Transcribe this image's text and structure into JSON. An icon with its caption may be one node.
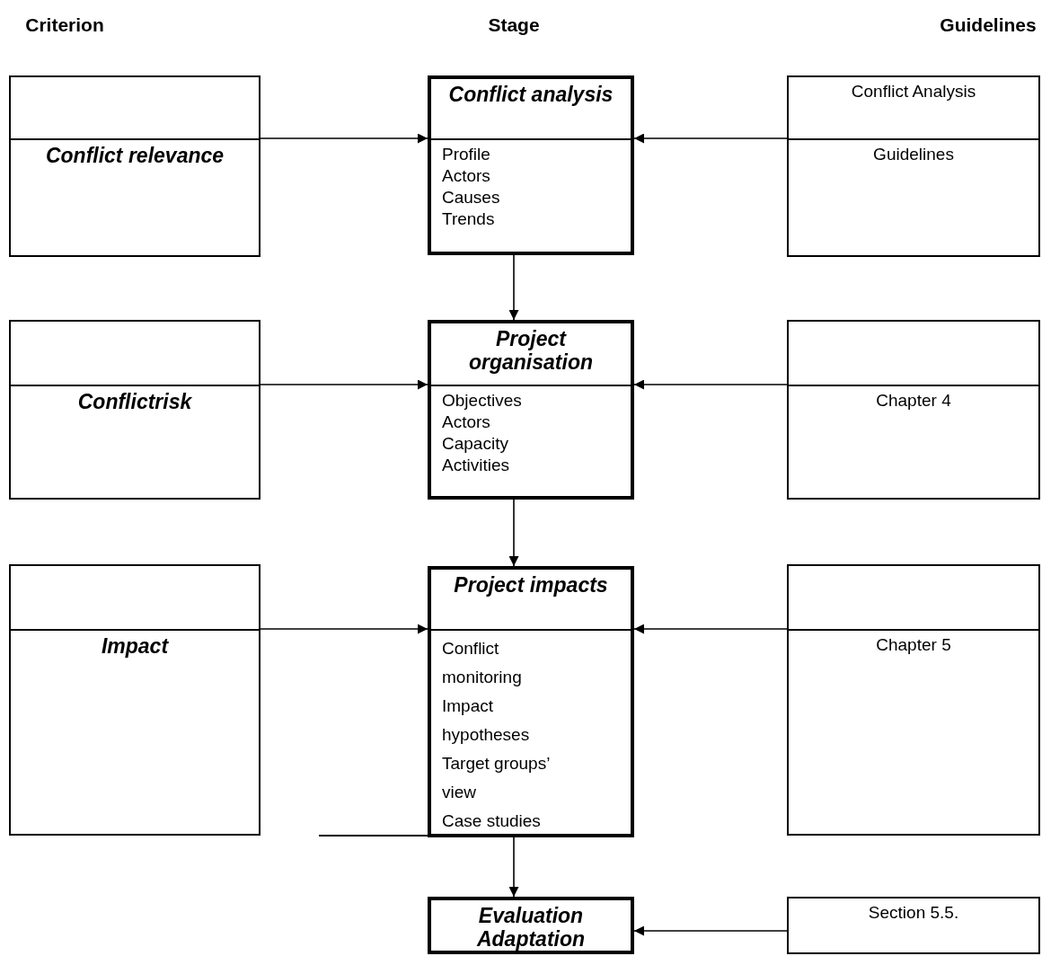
{
  "diagram": {
    "nodes": [
      {
        "text": [
          "Conflict relevance"
        ]
      },
      {
        "text": [
          "Conflict analysis",
          "Profile",
          "Actors",
          "Causes",
          "Trends"
        ]
      },
      {
        "text": [
          "Conflict Analysis",
          "Guidelines"
        ]
      },
      {
        "text": [
          "Conflictrisk"
        ]
      },
      {
        "text": [
          "Project organisation",
          "Objectives",
          "Actors",
          "Capacity",
          "Activities"
        ]
      },
      {
        "text": [
          "Chapter 4"
        ]
      },
      {
        "text": [
          "Impact"
        ]
      },
      {
        "text": [
          "Project impacts",
          "Conflict monitoring",
          "Impact hypotheses",
          "Target groups’ view",
          "Case studies"
        ]
      },
      {
        "text": [
          "Chapter 5"
        ]
      },
      {
        "text": [
          "Evaluation Adaptation"
        ]
      },
      {
        "text": [
          "Section 5.5."
        ]
      }
    ],
    "edges": [
      {
        "from": 0,
        "to": 1,
        "arrow": "to"
      },
      {
        "from": 2,
        "to": 1,
        "arrow": "to"
      },
      {
        "from": 1,
        "to": 4,
        "arrow": "to"
      },
      {
        "from": 3,
        "to": 4,
        "arrow": "to"
      },
      {
        "from": 5,
        "to": 4,
        "arrow": "to"
      },
      {
        "from": 4,
        "to": 7,
        "arrow": "to"
      },
      {
        "from": 6,
        "to": 7,
        "arrow": "to"
      },
      {
        "from": 8,
        "to": 7,
        "arrow": "to"
      },
      {
        "from": 7,
        "to": 9,
        "arrow": "to"
      },
      {
        "from": 10,
        "to": 9,
        "arrow": "to"
      }
    ],
    "labels": [
      "Criterion",
      "Stage",
      "Guidelines"
    ]
  }
}
